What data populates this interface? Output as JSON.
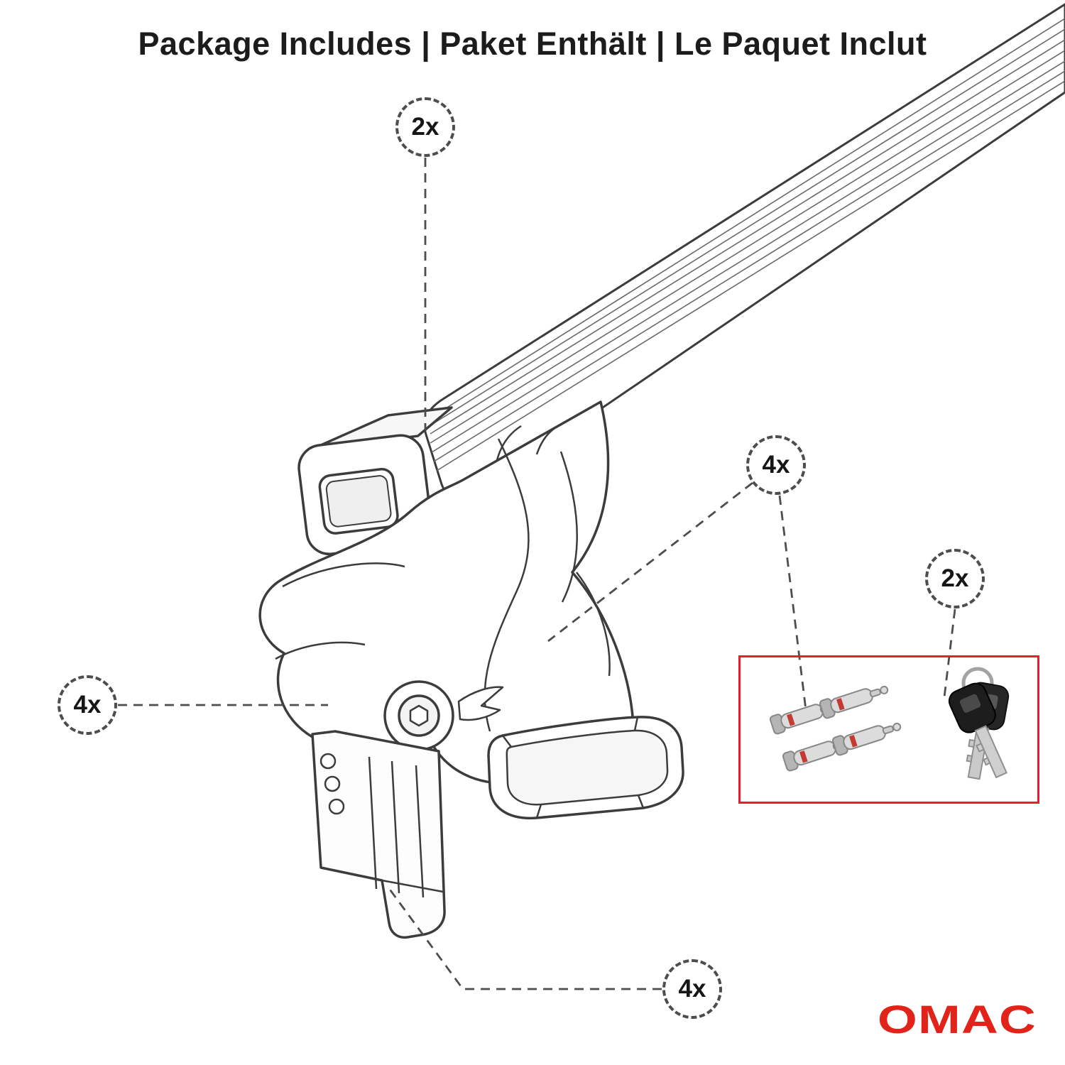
{
  "title": "Package Includes | Paket Enthält | Le Paquet Inclut",
  "callouts": {
    "crossbar": {
      "label": "2x"
    },
    "lock_bolts": {
      "label": "4x"
    },
    "keys": {
      "label": "2x"
    },
    "foot": {
      "label": "4x"
    },
    "clamp": {
      "label": "4x"
    }
  },
  "logo": {
    "text": "OMAC"
  },
  "colors": {
    "line": "#3c3c3c",
    "accent_red": "#ED1B2E",
    "logo_red": "#E2231A"
  },
  "images": {
    "lock_cylinders": "lock-cylinders-photo",
    "keys": "keys-photo"
  }
}
